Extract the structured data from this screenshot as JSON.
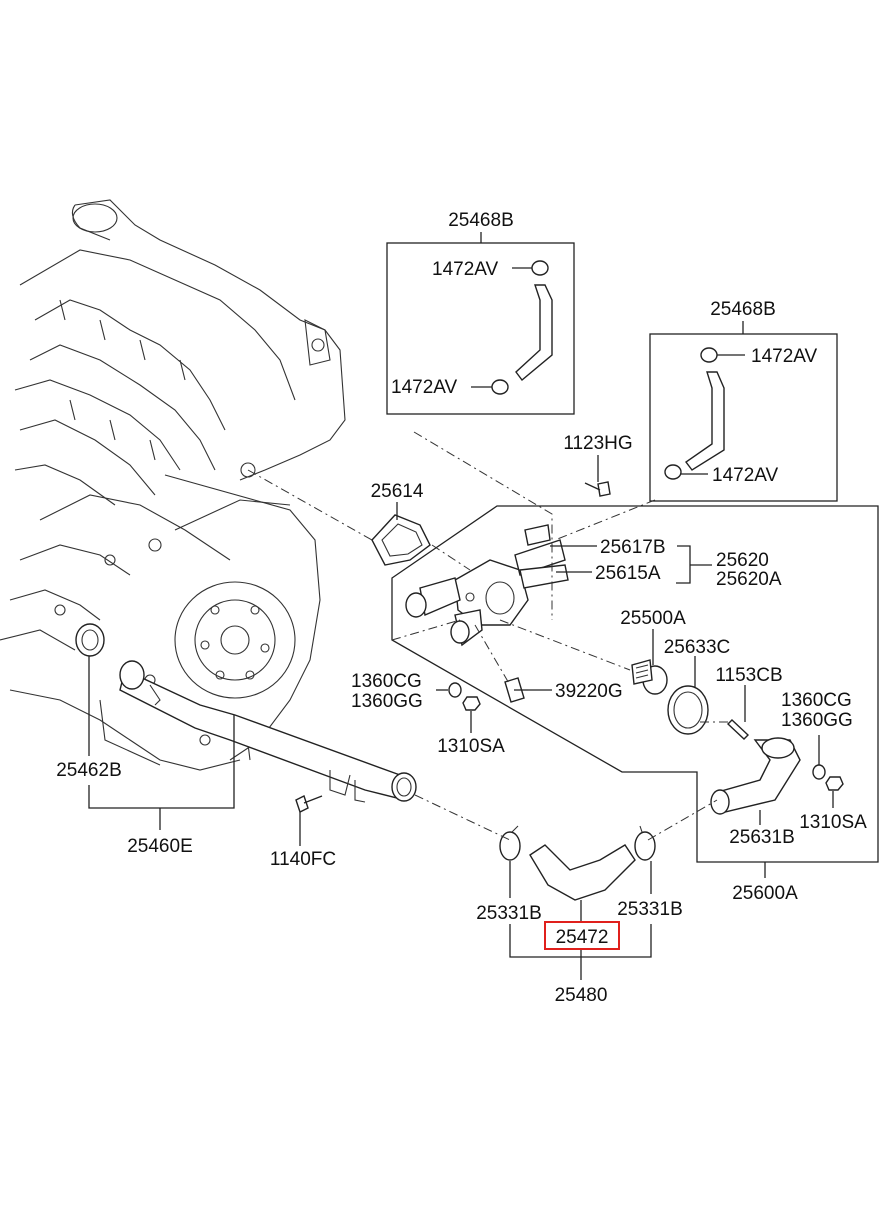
{
  "labels": {
    "p25468B_top": "25468B",
    "p1472AV_a": "1472AV",
    "p1472AV_b": "1472AV",
    "p25468B_right": "25468B",
    "p1472AV_c": "1472AV",
    "p1472AV_d": "1472AV",
    "p1123HG": "1123HG",
    "p25614": "25614",
    "p25617B": "25617B",
    "p25615A": "25615A",
    "p25620": "25620",
    "p25620A": "25620A",
    "p25500A": "25500A",
    "p25633C": "25633C",
    "p1153CB": "1153CB",
    "p1360CG_a": "1360CG",
    "p1360GG_a": "1360GG",
    "p39220G": "39220G",
    "p1310SA_a": "1310SA",
    "p1360CG_b": "1360CG",
    "p1360GG_b": "1360GG",
    "p1310SA_b": "1310SA",
    "p25631B": "25631B",
    "p25462B": "25462B",
    "p25460E": "25460E",
    "p1140FC": "1140FC",
    "p25331B_a": "25331B",
    "p25331B_b": "25331B",
    "p25472": "25472",
    "p25480": "25480",
    "p25600A": "25600A"
  },
  "highlight": {
    "color": "#e0201c"
  }
}
